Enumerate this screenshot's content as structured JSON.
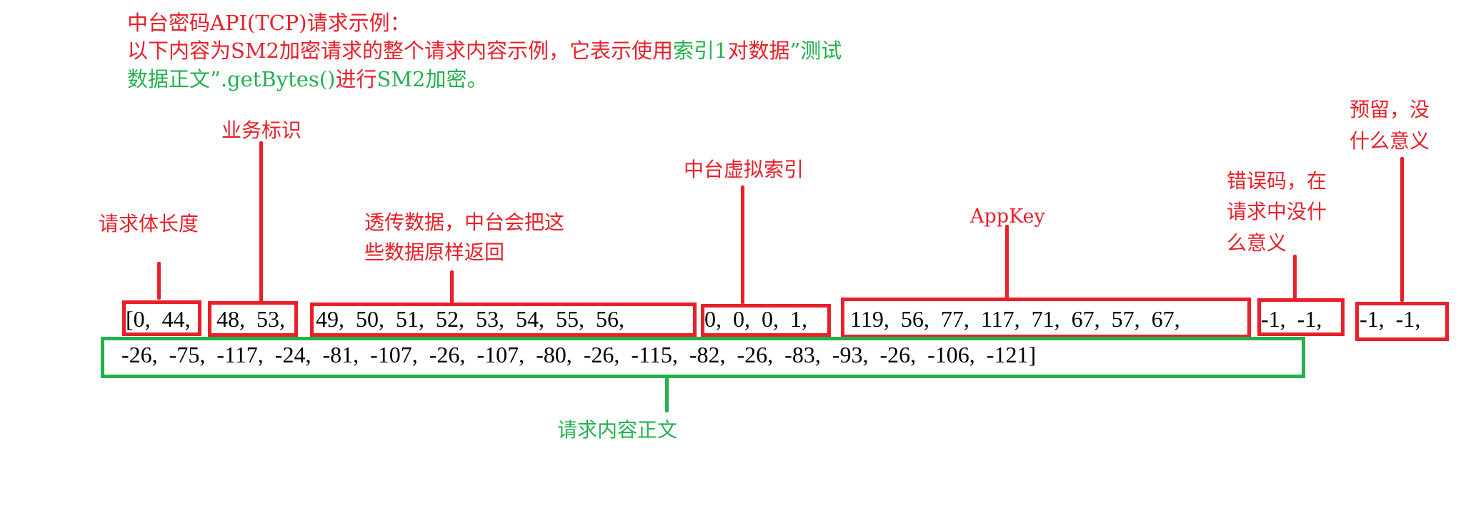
{
  "header": {
    "line1": [
      {
        "text": "中台密码API(TCP)请求示例：",
        "color": "red"
      }
    ],
    "line2": [
      {
        "text": "以下内容为SM2加密请求的整个请求内容示例，它表示使用",
        "color": "red"
      },
      {
        "text": "索引1",
        "color": "green"
      },
      {
        "text": "对数据",
        "color": "red"
      },
      {
        "text": "”测试",
        "color": "green"
      }
    ],
    "line3": [
      {
        "text": "数据正文”.getBytes()",
        "color": "green"
      },
      {
        "text": "进行",
        "color": "red"
      },
      {
        "text": "SM2加密。",
        "color": "green"
      }
    ]
  },
  "colors": {
    "annotation_red": "#e8202a",
    "annotation_green": "#22b14c",
    "data_text": "#000000"
  },
  "labels": {
    "body_length": "请求体长度",
    "business_id": "业务标识",
    "passthrough_line1": "透传数据，中台会把这",
    "passthrough_line2": "些数据原样返回",
    "virtual_index": "中台虚拟索引",
    "appkey": "AppKey",
    "error_code_line1": "错误码，在",
    "error_code_line2": "请求中没什",
    "error_code_line3": "么意义",
    "reserved_line1": "预留，没",
    "reserved_line2": "什么意义",
    "body_content": "请求内容正文"
  },
  "segments": {
    "body_length": "[0,  44,",
    "business_id": " 48,  53,",
    "passthrough": "49,  50,  51,  52,  53,  54,  55,  56,",
    "virtual_index": "0,  0,  0,  1,",
    "appkey": " 119,  56,  77,  117,  71,  67,  57,  67,",
    "error_code": "-1,  -1,",
    "reserved": "-1,  -1,",
    "body_content": "-26,  -75,  -117,  -24,  -81,  -107,  -26,  -107,  -80,  -26,  -115,  -82,  -26,  -83,  -93,  -26,  -106,  -121]"
  }
}
